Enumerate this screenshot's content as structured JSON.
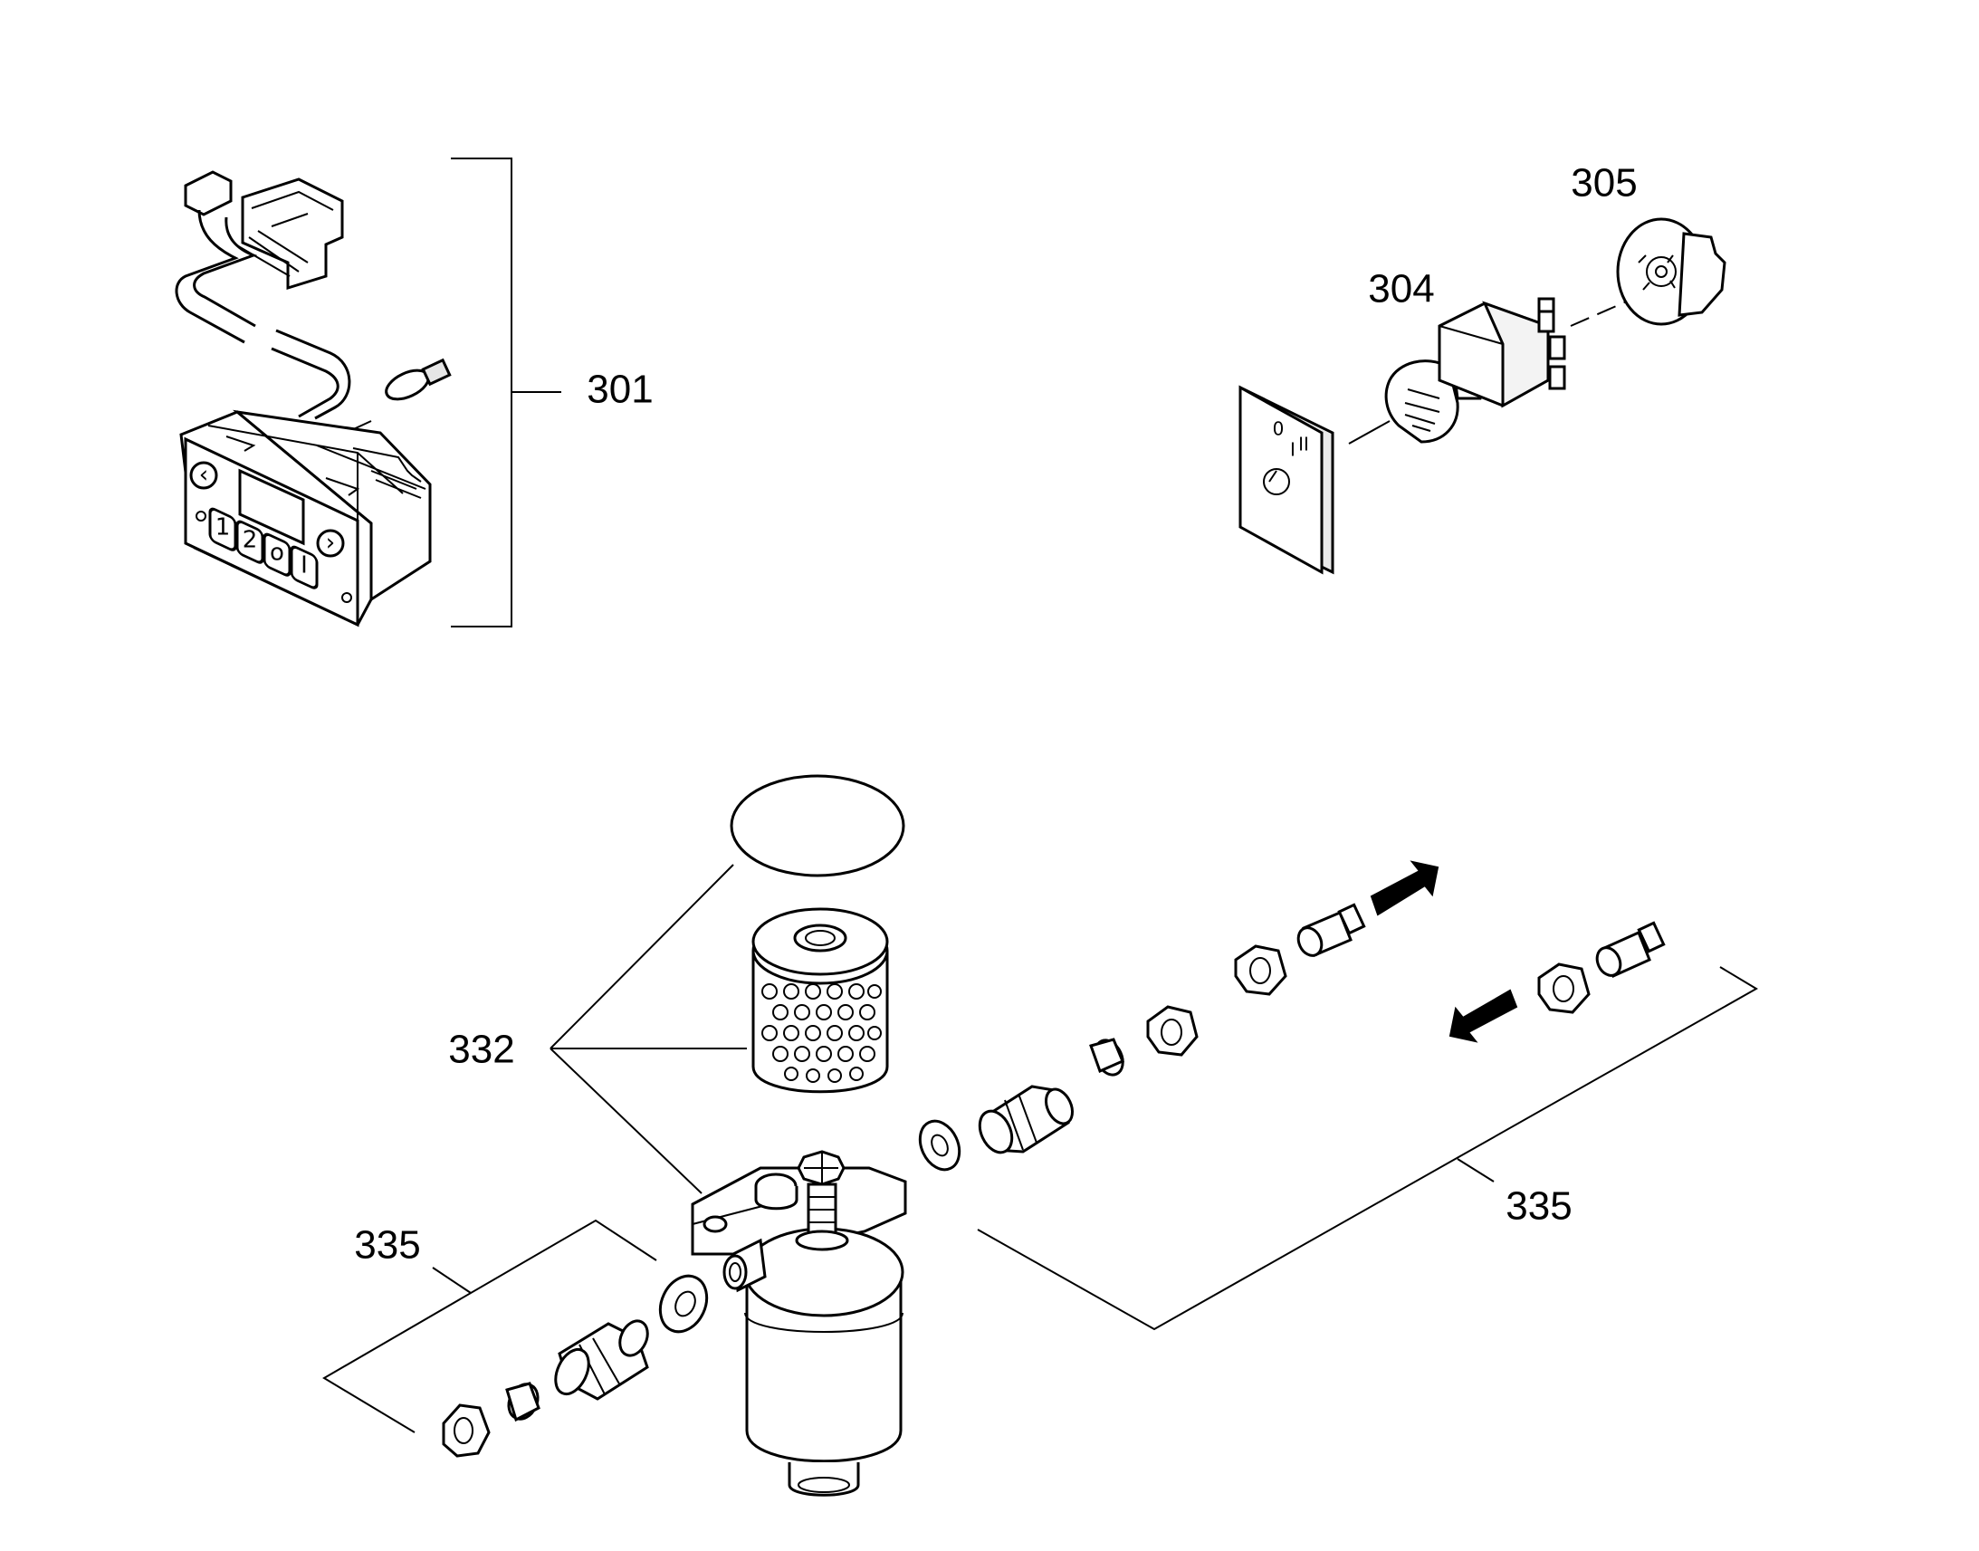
{
  "callouts": {
    "c301": "301",
    "c304": "304",
    "c305": "305",
    "c332": "332",
    "c335_left": "335",
    "c335_right": "335"
  },
  "keypad": {
    "keys": [
      "1",
      "2",
      "o",
      "I"
    ]
  },
  "switch_plate": {
    "mark_off": "0",
    "mark_on": "I",
    "mark_on2": "II"
  }
}
